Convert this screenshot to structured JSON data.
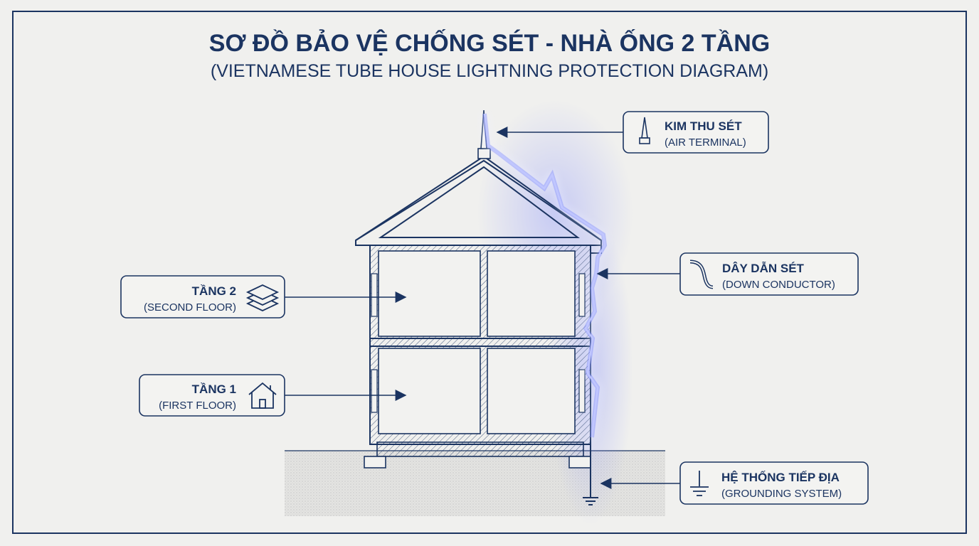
{
  "title": "SƠ ĐỒ BẢO VỆ CHỐNG SÉT - NHÀ ỐNG 2 TẦNG",
  "subtitle": "(VIETNAMESE TUBE HOUSE LIGHTNING PROTECTION DIAGRAM)",
  "labels": {
    "air_terminal": {
      "main": "KIM THU SÉT",
      "sub": "(AIR TERMINAL)",
      "icon": "lightning-rod-icon"
    },
    "down_conductor": {
      "main": "DÂY DẪN SÉT",
      "sub": "(DOWN CONDUCTOR)",
      "icon": "wire-icon"
    },
    "second_floor": {
      "main": "TẦNG 2",
      "sub": "(SECOND FLOOR)",
      "icon": "layers-icon"
    },
    "first_floor": {
      "main": "TẦNG 1",
      "sub": "(FIRST FLOOR)",
      "icon": "house-icon"
    },
    "grounding": {
      "main": "HỆ THỐNG TIẾP ĐỊA",
      "sub": "(GROUNDING SYSTEM)",
      "icon": "ground-icon"
    }
  },
  "colors": {
    "primary": "#1b3461",
    "lightning": "#5a6cff",
    "background": "#f0f0ee"
  }
}
